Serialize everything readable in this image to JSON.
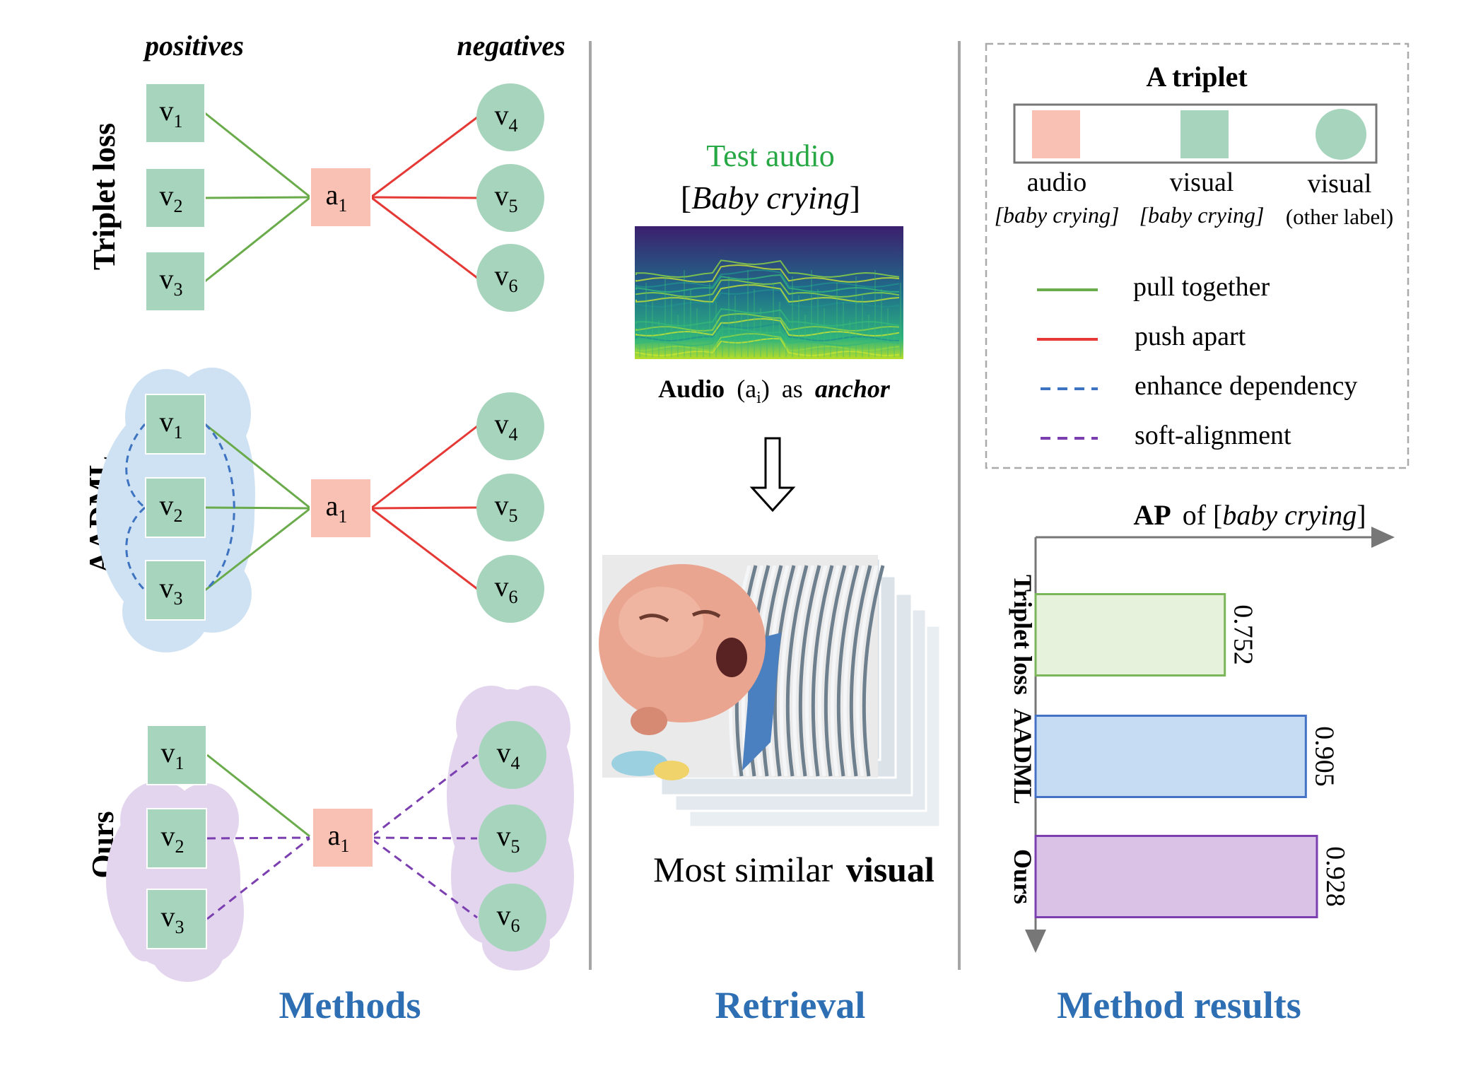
{
  "methods": {
    "positives_label": "positives",
    "negatives_label": "negatives",
    "section_title": "Methods",
    "rows": [
      {
        "name": "Triplet loss"
      },
      {
        "name": "AADML"
      },
      {
        "name": "Ours"
      }
    ],
    "nodes": {
      "v1": "v",
      "v2": "v",
      "v3": "v",
      "v4": "v",
      "v5": "v",
      "v6": "v",
      "anchor": "a"
    },
    "subscripts": {
      "v1": "1",
      "v2": "2",
      "v3": "3",
      "v4": "4",
      "v5": "5",
      "v6": "6",
      "anchor": "1"
    }
  },
  "retrieval": {
    "test_audio": "Test audio",
    "label_open": "[",
    "label_text": "Baby crying",
    "label_close": "]",
    "anchor_prefix": "Audio",
    "anchor_paren_open": "(a",
    "anchor_sub": "i",
    "anchor_paren_close": ")",
    "anchor_as": "as",
    "anchor_word": "anchor",
    "result_prefix": "Most similar",
    "result_bold": "visual",
    "section_title": "Retrieval"
  },
  "legend": {
    "title": "A triplet",
    "items": [
      {
        "line1": "audio",
        "line2": "[baby crying]"
      },
      {
        "line1": "visual",
        "line2": "[baby crying]"
      },
      {
        "line1": "visual",
        "line2": "(other label)"
      }
    ],
    "lines": [
      {
        "label": "pull together",
        "color": "#6aab4b",
        "style": "solid"
      },
      {
        "label": "push apart",
        "color": "#e53935",
        "style": "solid"
      },
      {
        "label": "enhance dependency",
        "color": "#3d73c0",
        "style": "dashed"
      },
      {
        "label": "soft-alignment",
        "color": "#7b3fb0",
        "style": "dashed"
      }
    ]
  },
  "colors": {
    "audio": "#f9c1b3",
    "visual": "#a6d4bc",
    "pull": "#6aab4b",
    "push": "#e53935",
    "enhance": "#3d73c0",
    "soft": "#7b3fb0",
    "title_blue": "#2e6fb4",
    "test_green": "#27a844",
    "cloud_blue": "#cfe2f3",
    "cloud_purple": "#e3d5ee"
  },
  "results": {
    "axis_bold": "AP",
    "axis_rest_a": "of [",
    "axis_italic": "baby crying",
    "axis_rest_b": "]",
    "section_title": "Method results"
  },
  "chart_data": {
    "type": "bar",
    "orientation": "horizontal",
    "title": "AP of [baby crying]",
    "categories": [
      "Triplet loss",
      "AADML",
      "Ours"
    ],
    "values": [
      0.752,
      0.905,
      0.928
    ],
    "value_labels": [
      "0.752",
      "0.905",
      "0.928"
    ],
    "bar_colors": [
      "#e6f2dc",
      "#c6dcf2",
      "#d9c2e6"
    ],
    "bar_edge_colors": [
      "#7cb65a",
      "#4472c4",
      "#7b3fb0"
    ],
    "grid": false
  }
}
